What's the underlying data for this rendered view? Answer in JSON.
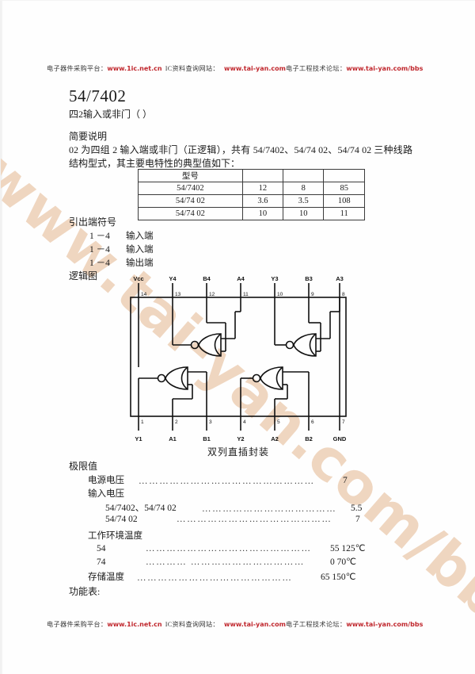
{
  "header": {
    "prefix_cn": "电子器件采购平台：",
    "url1": "www.1ic.net.cn",
    "mid_cn": "IC资料查询网站：",
    "url2": "www.tai-yan.com",
    "tail_cn": "电子工程技术论坛：",
    "url3": "www.tai-yan.com/bbs"
  },
  "footer": {
    "prefix_cn": "电子器件采购平台：",
    "url1": "www.1ic.net.cn",
    "mid_cn": "IC资料查询网站：",
    "url2": "www.tai-yan.com",
    "tail_cn": "电子工程技术论坛：",
    "url3": "www.tai-yan.com/bbs"
  },
  "watermark": {
    "text": "www.tai-yan.com/bbs",
    "color": "#EFD6C0"
  },
  "doc": {
    "title": "54/7402",
    "subtitle": "四2输入或非门（    ）",
    "brief_heading": "简要说明",
    "brief_body": "02 为四组 2 输入端或非门（正逻辑），共有 54/7402、54/74 02、54/74    02 三种线路结构型式，其主要电特性的典型值如下："
  },
  "spec_table": {
    "headers": [
      "型号",
      "",
      "",
      ""
    ],
    "rows": [
      [
        "54/7402",
        "12",
        "8",
        "85"
      ],
      [
        "54/74  02",
        "3.6",
        "3.5",
        "108"
      ],
      [
        "54/74    02",
        "10",
        "10",
        "11"
      ]
    ]
  },
  "pins": {
    "heading": "引出端符号",
    "rows": [
      {
        "range": "1  －4",
        "label": "输入端"
      },
      {
        "range": "1  －4",
        "label": "输入端"
      },
      {
        "range": "1  －4",
        "label": "输出端"
      }
    ]
  },
  "logic": {
    "heading": "逻辑图",
    "caption": "双列直插封装",
    "top_pins": [
      {
        "num": "14",
        "name": "Vcc"
      },
      {
        "num": "13",
        "name": "Y4"
      },
      {
        "num": "12",
        "name": "B4"
      },
      {
        "num": "11",
        "name": "A4"
      },
      {
        "num": "10",
        "name": "Y3"
      },
      {
        "num": "9",
        "name": "B3"
      },
      {
        "num": "8",
        "name": "A3"
      }
    ],
    "bottom_pins": [
      {
        "num": "1",
        "name": "Y1"
      },
      {
        "num": "2",
        "name": "A1"
      },
      {
        "num": "3",
        "name": "B1"
      },
      {
        "num": "4",
        "name": "Y2"
      },
      {
        "num": "5",
        "name": "A2"
      },
      {
        "num": "6",
        "name": "B2"
      },
      {
        "num": "7",
        "name": "GND"
      }
    ],
    "gate_count": 4,
    "gate_type": "NOR"
  },
  "limits": {
    "heading": "极限值",
    "items": [
      {
        "label": "电源电压",
        "dots": "……………………………………………",
        "value": "7"
      },
      {
        "label": "输入电压",
        "dots": "",
        "value": ""
      },
      {
        "label": "54/7402、54/74  02",
        "dots": "…………………………………",
        "value": "5.5"
      },
      {
        "label": "54/74    02",
        "dots": "………………………………………",
        "value": "7"
      },
      {
        "label": "工作环境温度",
        "dots": "",
        "value": ""
      },
      {
        "label": "54",
        "dots": "…………………………………………",
        "value": "55  125℃"
      },
      {
        "label": "74",
        "dots": "…………       ……………………………",
        "value": "0  70℃"
      },
      {
        "label": "存储温度",
        "dots": "………………………………………",
        "value": "65  150℃"
      }
    ]
  },
  "func_table": {
    "heading": "功能表:"
  }
}
